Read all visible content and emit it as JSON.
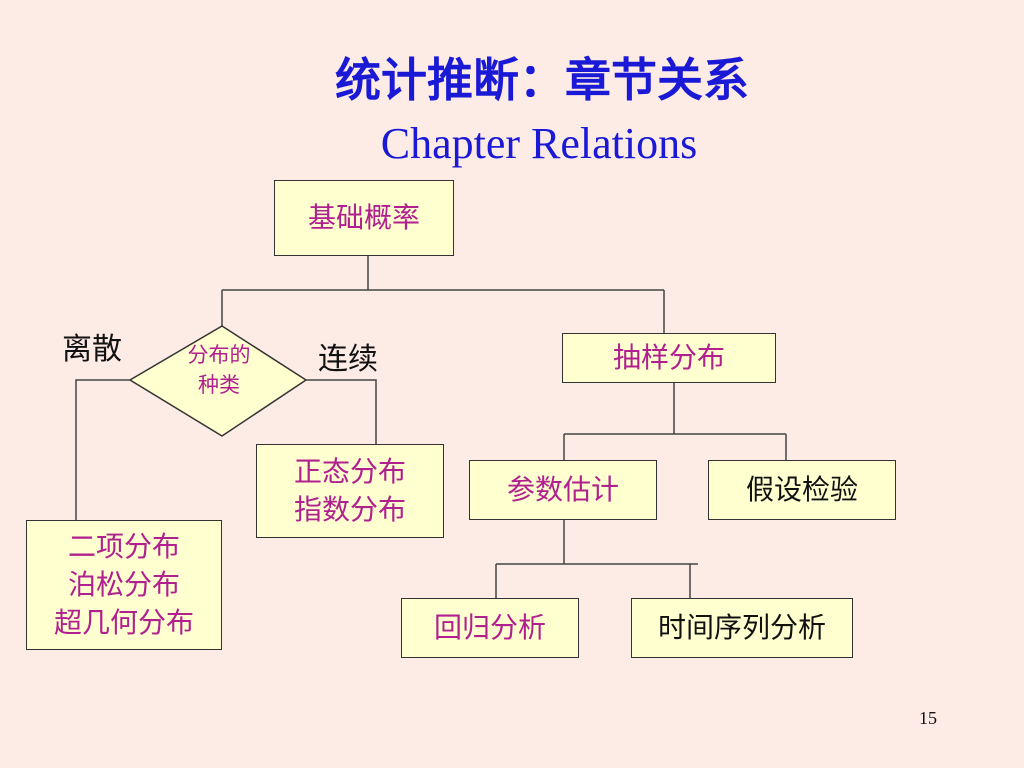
{
  "title": {
    "zh": "统计推断：章节关系",
    "en": "Chapter Relations"
  },
  "nodes": {
    "basic_probability": "基础概率",
    "distribution_type": [
      "分布的",
      "种类"
    ],
    "sampling_distribution": "抽样分布",
    "continuous_distributions": [
      "正态分布",
      "指数分布"
    ],
    "discrete_distributions": [
      "二项分布",
      "泊松分布",
      "超几何分布"
    ],
    "parameter_estimation": "参数估计",
    "hypothesis_testing": "假设检验",
    "regression_analysis": "回归分析",
    "time_series_analysis": "时间序列分析"
  },
  "edge_labels": {
    "discrete": "离散",
    "continuous": "连续"
  },
  "page_number": "15",
  "colors": {
    "background": "#fdebe6",
    "title": "#1a1ad6",
    "node_fill": "#ffffd0",
    "magenta_text": "#b0208e"
  }
}
